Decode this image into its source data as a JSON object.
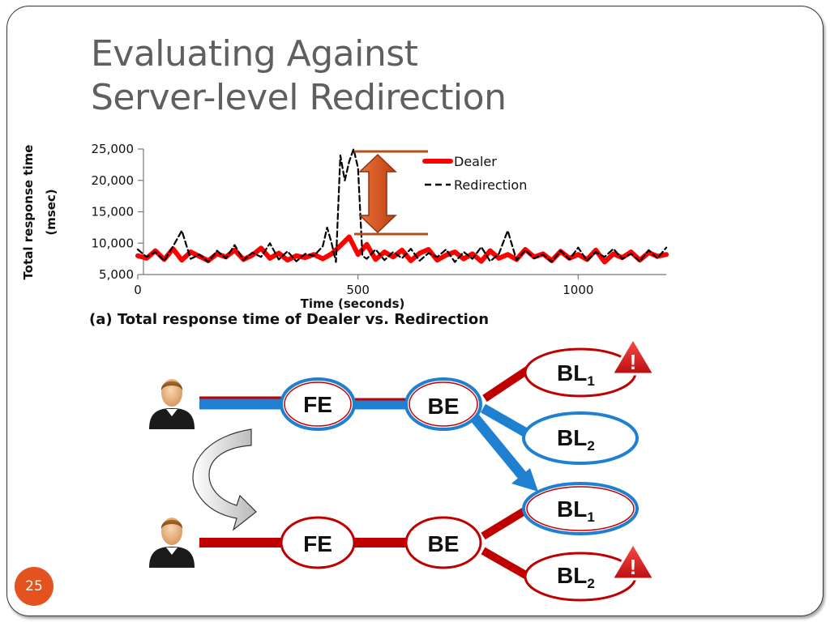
{
  "slide": {
    "title_line1": "Evaluating Against",
    "title_line2": "Server-level Redirection",
    "slide_number": "25"
  },
  "chart_data": {
    "type": "line",
    "caption": "(a) Total response time of Dealer vs. Redirection",
    "xlabel": "Time (seconds)",
    "ylabel_line1": "Total response time",
    "ylabel_line2": "(msec)",
    "xlim": [
      0,
      1200
    ],
    "ylim": [
      5000,
      25000
    ],
    "x_ticks": [
      0,
      500,
      1000
    ],
    "y_ticks": [
      5000,
      10000,
      15000,
      20000,
      25000
    ],
    "y_tick_labels": [
      "5,000",
      "10,000",
      "15,000",
      "20,000",
      "25,000"
    ],
    "legend_position": "top-right",
    "grid": false,
    "series": [
      {
        "name": "Dealer",
        "color": "#ff0000",
        "style": "solid-thick",
        "x": [
          0,
          20,
          40,
          60,
          80,
          100,
          120,
          140,
          160,
          180,
          200,
          220,
          240,
          260,
          280,
          300,
          320,
          340,
          360,
          380,
          400,
          420,
          440,
          460,
          480,
          500,
          520,
          540,
          560,
          580,
          600,
          620,
          640,
          660,
          680,
          700,
          720,
          740,
          760,
          780,
          800,
          820,
          840,
          860,
          880,
          900,
          920,
          940,
          960,
          980,
          1000,
          1020,
          1040,
          1060,
          1080,
          1100,
          1120,
          1140,
          1160,
          1180,
          1200
        ],
        "y": [
          8000,
          7600,
          8800,
          7400,
          9100,
          7300,
          8600,
          7900,
          7200,
          8300,
          7800,
          8900,
          7400,
          8100,
          9200,
          7600,
          8400,
          7300,
          8000,
          7700,
          8200,
          7500,
          8300,
          9600,
          11000,
          8200,
          9800,
          7400,
          8600,
          7800,
          8900,
          7200,
          8400,
          9000,
          7300,
          8100,
          8600,
          7500,
          8300,
          7100,
          8800,
          7600,
          8200,
          7400,
          9000,
          7800,
          8300,
          7200,
          8700,
          7600,
          8200,
          7400,
          8900,
          7000,
          8300,
          7700,
          8600,
          7300,
          8500,
          7900,
          8200
        ]
      },
      {
        "name": "Redirection",
        "color": "#000000",
        "style": "dashed",
        "x": [
          0,
          20,
          40,
          60,
          80,
          100,
          120,
          140,
          160,
          180,
          200,
          220,
          240,
          260,
          280,
          300,
          320,
          340,
          360,
          380,
          400,
          420,
          430,
          440,
          450,
          460,
          470,
          480,
          490,
          500,
          510,
          520,
          540,
          560,
          580,
          600,
          620,
          640,
          660,
          680,
          700,
          720,
          740,
          760,
          780,
          800,
          820,
          840,
          860,
          880,
          900,
          920,
          940,
          960,
          980,
          1000,
          1020,
          1040,
          1060,
          1080,
          1100,
          1120,
          1140,
          1160,
          1180,
          1200
        ],
        "y": [
          9000,
          7800,
          8600,
          7200,
          9500,
          12000,
          7500,
          8200,
          7000,
          8800,
          7600,
          9700,
          7300,
          8500,
          7800,
          10000,
          7400,
          8700,
          7100,
          8300,
          8000,
          9500,
          12500,
          10000,
          7000,
          24000,
          20000,
          23000,
          25000,
          22000,
          8000,
          7500,
          9000,
          7300,
          8600,
          7600,
          9100,
          7200,
          8400,
          7800,
          9000,
          7000,
          8600,
          7500,
          9400,
          7100,
          8300,
          12000,
          7300,
          8900,
          7600,
          8200,
          7000,
          8800,
          7400,
          9300,
          7200,
          8600,
          7800,
          9100,
          7500,
          8300,
          7100,
          8900,
          7600,
          9300
        ]
      }
    ]
  },
  "diagram": {
    "top_row": {
      "fe": "FE",
      "be": "BE",
      "bl1": "BL",
      "bl1_sub": "1",
      "bl2": "BL",
      "bl2_sub": "2"
    },
    "bottom_row": {
      "fe": "FE",
      "be": "BE",
      "bl1": "BL",
      "bl1_sub": "1",
      "bl2": "BL",
      "bl2_sub": "2"
    },
    "warning_glyph": "!",
    "colors": {
      "blue": "#1f7fd0",
      "red": "#c00000",
      "warning": "#d21f1f"
    },
    "icons": [
      "user-icon",
      "curved-arrow-icon",
      "warning-icon"
    ]
  }
}
